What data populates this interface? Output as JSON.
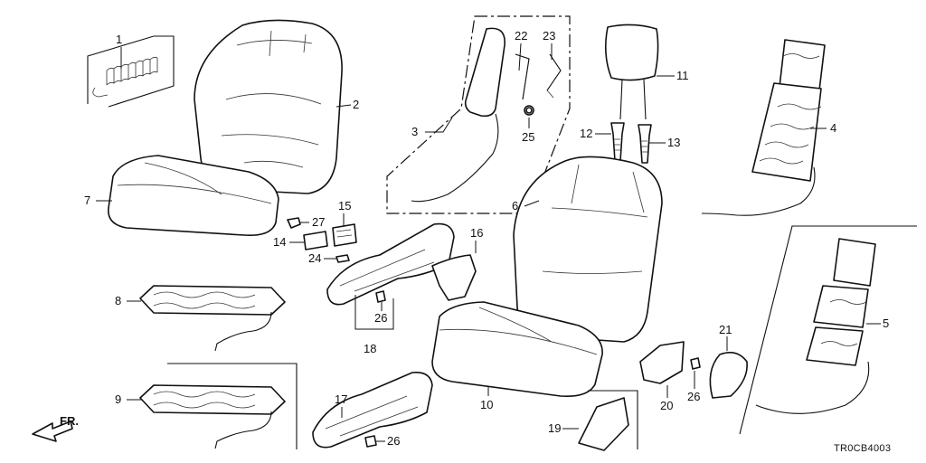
{
  "diagram": {
    "code": "TR0CB4003",
    "front_indicator": "FR.",
    "part_numbers": [
      "1",
      "2",
      "3",
      "4",
      "5",
      "6",
      "7",
      "8",
      "9",
      "10",
      "11",
      "12",
      "13",
      "14",
      "15",
      "16",
      "17",
      "18",
      "19",
      "20",
      "21",
      "22",
      "23",
      "24",
      "25",
      "26",
      "27"
    ]
  }
}
